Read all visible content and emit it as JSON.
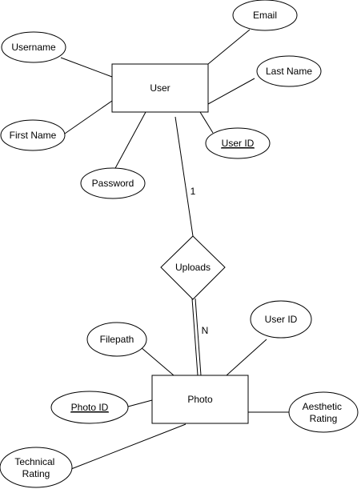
{
  "entities": {
    "user": {
      "label": "User"
    },
    "photo": {
      "label": "Photo"
    }
  },
  "relationship": {
    "label": "Uploads"
  },
  "cardinality": {
    "user_side": "1",
    "photo_side": "N"
  },
  "user_attributes": {
    "email": "Email",
    "username": "Username",
    "last_name": "Last Name",
    "first_name": "First Name",
    "user_id": "User ID",
    "password": "Password"
  },
  "photo_attributes": {
    "filepath": "Filepath",
    "user_id": "User ID",
    "photo_id": "Photo ID",
    "aesthetic_rating": [
      "Aesthetic",
      "Rating"
    ],
    "technical_rating": [
      "Technical",
      "Rating"
    ]
  },
  "colors": {
    "stroke": "#000000",
    "fill": "#ffffff"
  }
}
